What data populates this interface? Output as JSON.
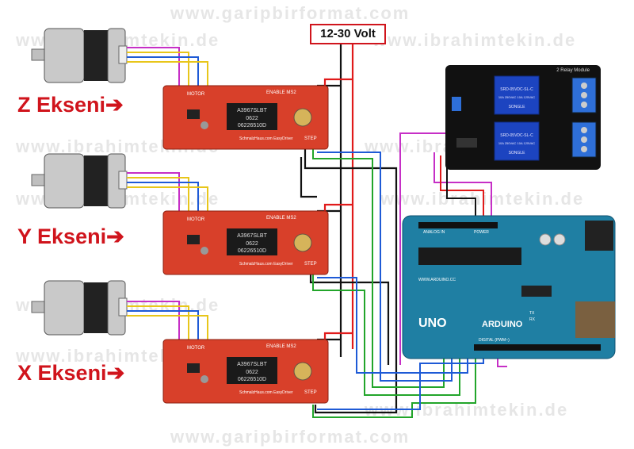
{
  "power_supply": {
    "label": "12-30 Volt"
  },
  "axes": [
    {
      "label": "Z Ekseni",
      "arrow": "➔"
    },
    {
      "label": "Y Ekseni",
      "arrow": "➔"
    },
    {
      "label": "X Ekseni",
      "arrow": "➔"
    }
  ],
  "driver": {
    "chip_line1": "A3967SLBT",
    "chip_line2": "0622",
    "chip_line3": "06226510D",
    "brand": "SchmalzHaus.com EasyDriver",
    "motor_label": "MOTOR",
    "enable_label": "ENABLE MS2",
    "step_label": "STEP"
  },
  "relay_module": {
    "title": "2 Relay Module",
    "relay_text": "SRD-05VDC-SL-C",
    "relay_rating": "10A 250VAC 10A 125VAC",
    "brand": "SONGLE"
  },
  "arduino": {
    "logo": "UNO",
    "name": "ARDUINO",
    "power_label": "POWER",
    "analog_label": "ANALOG IN",
    "digital_label": "DIGITAL (PWM~)",
    "tx": "TX",
    "rx": "RX",
    "web": "WWW.ARDUINO.CC"
  },
  "watermarks": [
    "www.garipbirformat.com",
    "www.ibrahimtekin.de",
    "www.ibrahimtekin.de",
    "www.ibrahimtekin.de",
    "www.ibrahimtekin.de",
    "www.ibrahimtekin.de",
    "www.ibrahimtekin.de",
    "www.ibrahimtekin.de",
    "www.ibrahimtekin.de",
    "www.ibrahimtekin.de",
    "www.garipbirformat.com"
  ],
  "colors": {
    "wire_red": "#e01a1a",
    "wire_black": "#111111",
    "wire_blue": "#1e5ad6",
    "wire_green": "#22a52a",
    "wire_magenta": "#c62fc6",
    "wire_yellow": "#e8c61a",
    "driver_red": "#d8402a",
    "relay_blue": "#1c44c0",
    "arduino_teal": "#1f7fa3",
    "label_red": "#d0141c"
  }
}
